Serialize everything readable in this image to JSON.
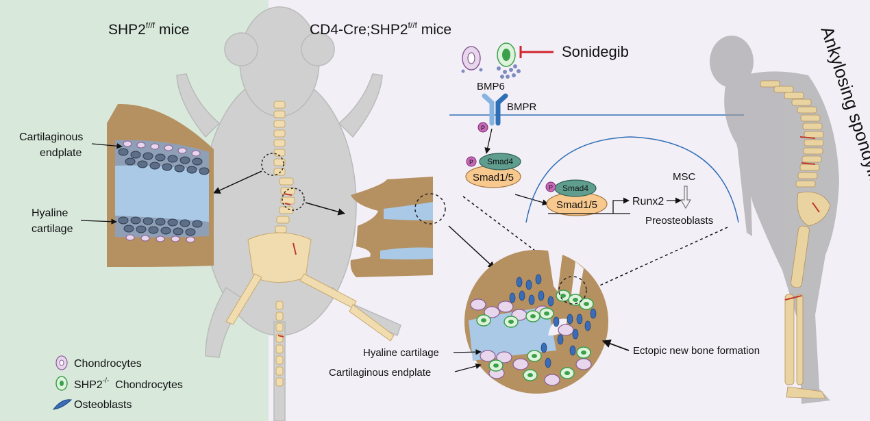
{
  "titles": {
    "left_prefix": "SHP2",
    "left_sup": "f//f",
    "left_suffix": " mice",
    "mid_prefix": "CD4-Cre;SHP2",
    "mid_sup": "f//f",
    "mid_suffix": " mice"
  },
  "left_labels": {
    "endplate_line1": "Cartilaginous",
    "endplate_line2": "endplate",
    "hyaline_line1": "Hyaline",
    "hyaline_line2": "cartilage"
  },
  "pathway": {
    "drug": "Sonidegib",
    "ligand": "BMP6",
    "receptor": "BMPR",
    "phospho": "P",
    "smad4": "Smad4",
    "smad15": "Smad1/5",
    "runx2": "Runx2",
    "msc": "MSC",
    "preosteoblasts": "Preosteoblasts"
  },
  "disease": "Ankylosing spondylitis",
  "zoom_labels": {
    "hyaline": "Hyaline cartilage",
    "endplate": "Cartilaginous endplate",
    "ectopic": "Ectopic new bone formation"
  },
  "legend": {
    "chondrocytes": "Chondrocytes",
    "shp2_prefix": "SHP2",
    "shp2_sup": "-/-",
    "shp2_suffix": "  Chondrocytes",
    "osteoblasts": "Osteoblasts"
  },
  "colors": {
    "left_panel_bg": "#d8e9dc",
    "right_bg": "#f3eff7",
    "bone": "#b59061",
    "hyaline": "#a9c9e6",
    "membrane": "#2f6fb5",
    "chondrocyte": "#e8d6ec",
    "shp2_chondrocyte": "#3aa04a",
    "osteoblast": "#3a6db6",
    "inhibitor": "#d2232a",
    "smad15": "#f8c98f",
    "smad4": "#5f9e8f"
  }
}
